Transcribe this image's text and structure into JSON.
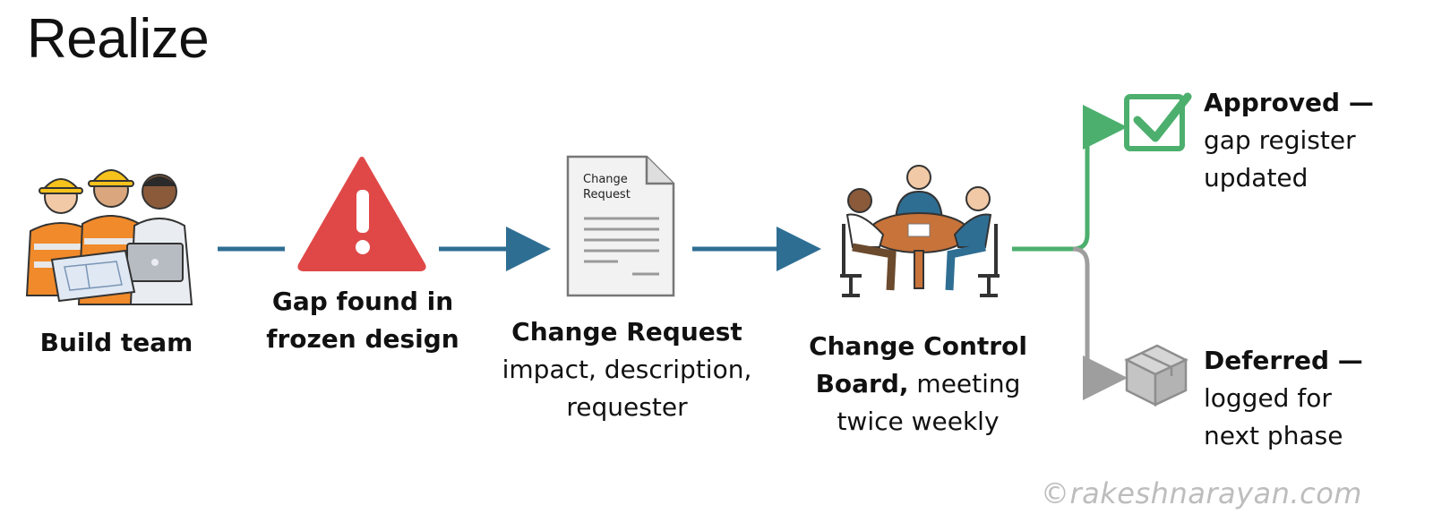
{
  "title": "Realize",
  "nodes": {
    "build_team": {
      "label": "Build team",
      "icon": "construction-workers-icon"
    },
    "gap": {
      "label_line1": "Gap found in",
      "label_line2": "frozen design",
      "icon": "warning-triangle-icon"
    },
    "change_request": {
      "doc_text_line1": "Change",
      "doc_text_line2": "Request",
      "label_title": "Change Request",
      "label_line2": "impact, description,",
      "label_line3": "requester",
      "icon": "document-icon"
    },
    "ccb": {
      "label_bold1": "Change Control",
      "label_bold2": "Board,",
      "label_rest2": " meeting",
      "label_line3": "twice weekly",
      "icon": "meeting-table-icon"
    }
  },
  "outcomes": {
    "approved": {
      "title": "Approved —",
      "line2": "gap register",
      "line3": "updated",
      "icon": "checkbox-check-icon",
      "color": "#4caf6e"
    },
    "deferred": {
      "title": "Deferred —",
      "line2": "logged for",
      "line3": "next phase",
      "icon": "box-icon",
      "color": "#9e9e9e"
    }
  },
  "colors": {
    "arrow": "#2f6e93",
    "warning": "#e04848",
    "approved": "#4caf6e",
    "deferred": "#9e9e9e"
  },
  "watermark": "©rakeshnarayan.com"
}
